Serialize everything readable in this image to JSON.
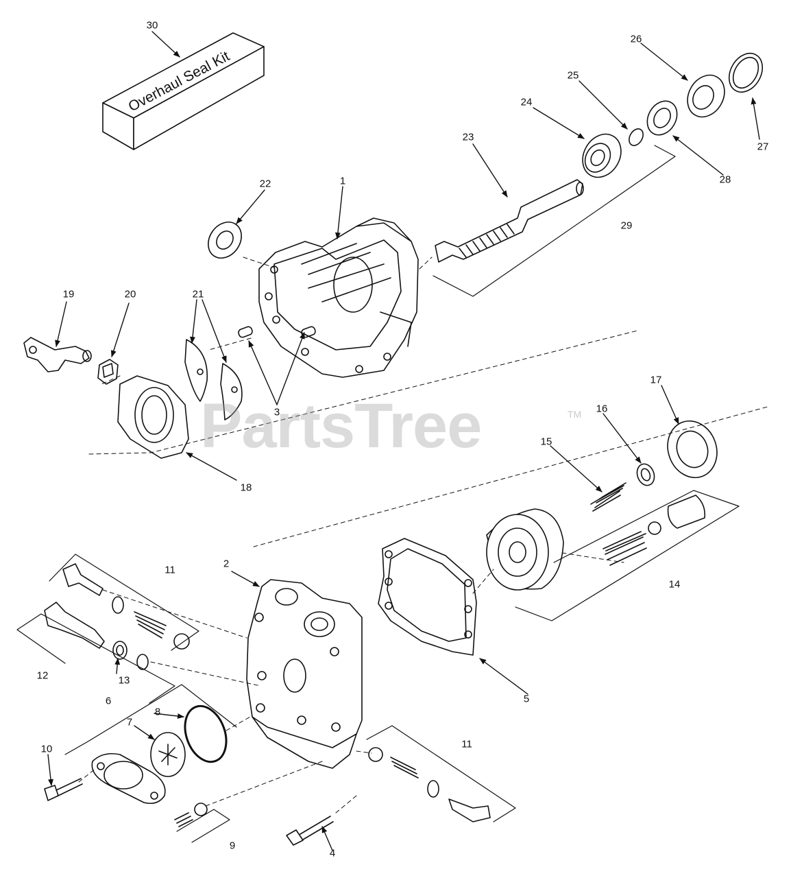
{
  "kit_label": "Overhaul Seal Kit",
  "watermark": "PartsTree",
  "trademark": "TM",
  "callouts": {
    "c1": "1",
    "c2": "2",
    "c3": "3",
    "c4": "4",
    "c5": "5",
    "c6": "6",
    "c7": "7",
    "c8": "8",
    "c9": "9",
    "c10": "10",
    "c11a": "11",
    "c11b": "11",
    "c12": "12",
    "c13": "13",
    "c14": "14",
    "c15": "15",
    "c16": "16",
    "c17": "17",
    "c18": "18",
    "c19": "19",
    "c20": "20",
    "c21": "21",
    "c22": "22",
    "c23": "23",
    "c24": "24",
    "c25": "25",
    "c26": "26",
    "c27": "27",
    "c28": "28",
    "c29": "29",
    "c30": "30"
  }
}
